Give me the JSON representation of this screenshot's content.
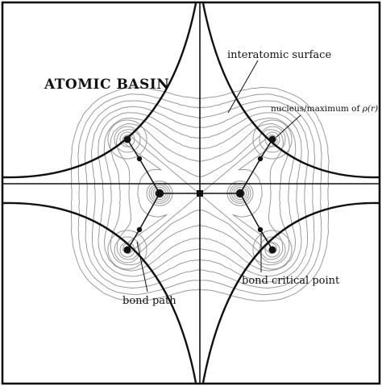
{
  "labels": {
    "atomic_basin": "ATOMIC BASIN",
    "interatomic_surface": "interatomic surface",
    "nucleus_prefix": "nucleus/maximum of ",
    "rho_symbol": "ρ(r)",
    "bond_path": "bond path",
    "bond_critical_point": "bond critical point"
  },
  "colors": {
    "contour": "#9a9a9a",
    "line": "#111111",
    "frame": "#000000"
  }
}
